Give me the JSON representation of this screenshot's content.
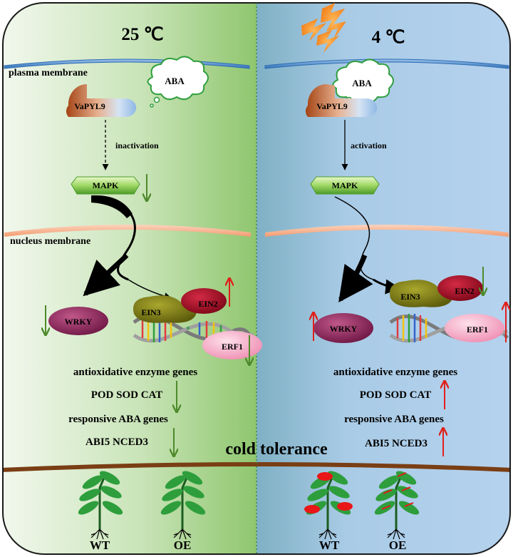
{
  "left_panel": {
    "temperature": "25 ℃",
    "plasma_membrane": "plasma membrane",
    "aba": "ABA",
    "receptor": "VaPYL9",
    "signal": "inactivation",
    "mapk": "MAPK",
    "nucleus_membrane": "nucleus membrane",
    "wrky": "WRKY",
    "ein3": "EIN3",
    "ein2": "EIN2",
    "erf1": "ERF1",
    "genes_1": "antioxidative enzyme genes",
    "genes_2": "POD SOD CAT",
    "genes_3": "responsive ABA genes",
    "genes_4": "ABI5 NCED3",
    "plant_1": "WT",
    "plant_2": "OE"
  },
  "right_panel": {
    "temperature": "4 ℃",
    "aba": "ABA",
    "receptor": "VaPYL9",
    "signal": "activation",
    "mapk": "MAPK",
    "wrky": "WRKY",
    "ein3": "EIN3",
    "ein2": "EIN2",
    "erf1": "ERF1",
    "genes_1": "antioxidative enzyme genes",
    "genes_2": "POD SOD CAT",
    "genes_3": "responsive ABA genes",
    "genes_4": "ABI5 NCED3",
    "plant_1": "WT",
    "plant_2": "OE"
  },
  "center": {
    "outcome": "cold tolerance"
  },
  "colors": {
    "left_bg": "#9fcf86",
    "right_bg": "#a8cbe9",
    "membrane_blue": "#4f86c6",
    "nucleus_orange": "#f4a57f",
    "soil": "#7a3e14",
    "up_arrow": "#e0201b",
    "down_arrow": "#4e8a2b",
    "wrky": "#8e2a5e",
    "ein3": "#7b7a14",
    "ein2": "#a50f26",
    "erf1": "#f5a3c2",
    "mapk": "#8fcf5a",
    "leaf": "#2e9e3c",
    "lesion": "#e81616"
  }
}
